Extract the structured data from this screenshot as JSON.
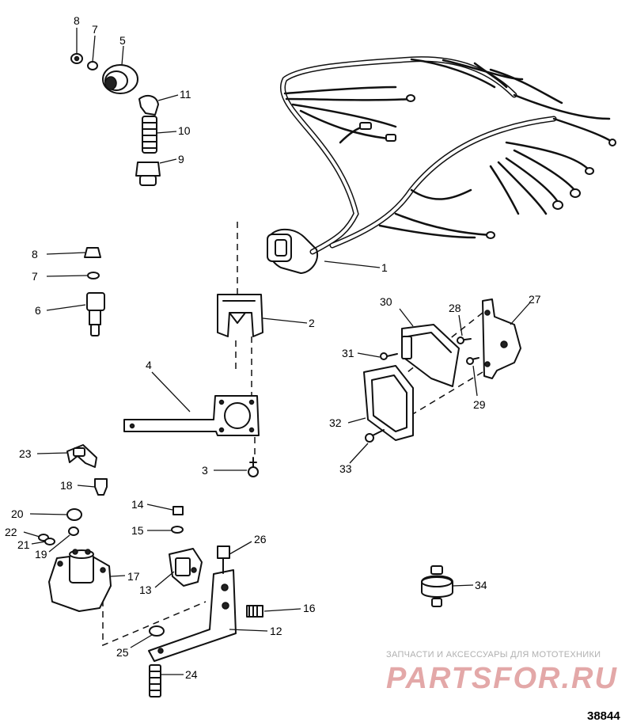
{
  "diagram_id": "38844",
  "watermark": {
    "text": "ЗАПЧАСТИ И АКСЕССУАРЫ ДЛЯ МОТОТЕХНИКИ",
    "logo": "PARTSFOR.RU"
  },
  "callouts": [
    {
      "key": "c1",
      "label": "1"
    },
    {
      "key": "c2",
      "label": "2"
    },
    {
      "key": "c3",
      "label": "3"
    },
    {
      "key": "c4",
      "label": "4"
    },
    {
      "key": "c5",
      "label": "5"
    },
    {
      "key": "c6",
      "label": "6"
    },
    {
      "key": "c7a",
      "label": "7"
    },
    {
      "key": "c7b",
      "label": "7"
    },
    {
      "key": "c8a",
      "label": "8"
    },
    {
      "key": "c8b",
      "label": "8"
    },
    {
      "key": "c9",
      "label": "9"
    },
    {
      "key": "c10",
      "label": "10"
    },
    {
      "key": "c11",
      "label": "11"
    },
    {
      "key": "c12",
      "label": "12"
    },
    {
      "key": "c13",
      "label": "13"
    },
    {
      "key": "c14",
      "label": "14"
    },
    {
      "key": "c15",
      "label": "15"
    },
    {
      "key": "c16",
      "label": "16"
    },
    {
      "key": "c17",
      "label": "17"
    },
    {
      "key": "c18",
      "label": "18"
    },
    {
      "key": "c19",
      "label": "19"
    },
    {
      "key": "c20",
      "label": "20"
    },
    {
      "key": "c21",
      "label": "21"
    },
    {
      "key": "c22",
      "label": "22"
    },
    {
      "key": "c23",
      "label": "23"
    },
    {
      "key": "c24",
      "label": "24"
    },
    {
      "key": "c25",
      "label": "25"
    },
    {
      "key": "c26",
      "label": "26"
    },
    {
      "key": "c27",
      "label": "27"
    },
    {
      "key": "c28",
      "label": "28"
    },
    {
      "key": "c29",
      "label": "29"
    },
    {
      "key": "c30",
      "label": "30"
    },
    {
      "key": "c31",
      "label": "31"
    },
    {
      "key": "c32",
      "label": "32"
    },
    {
      "key": "c33",
      "label": "33"
    },
    {
      "key": "c34",
      "label": "34"
    }
  ]
}
